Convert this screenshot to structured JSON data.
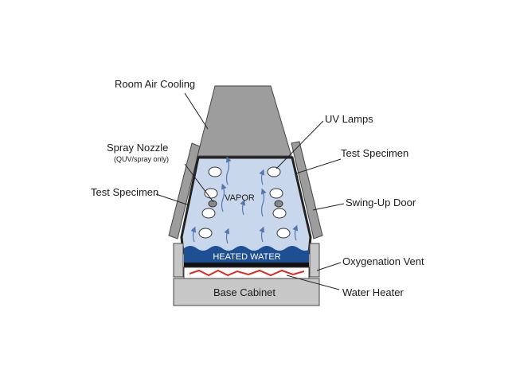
{
  "labels": {
    "room_air_cooling": "Room Air Cooling",
    "spray_nozzle": "Spray Nozzle",
    "spray_nozzle_note": "(QUV/spray only)",
    "test_specimen_left": "Test Specimen",
    "uv_lamps": "UV Lamps",
    "test_specimen_right": "Test Specimen",
    "swing_up_door": "Swing-Up Door",
    "vapor": "VAPOR",
    "heated_water": "HEATED WATER",
    "oxygenation_vent": "Oxygenation Vent",
    "water_heater": "Water Heater",
    "base_cabinet": "Base Cabinet"
  },
  "colors": {
    "chamber_fill": "#c9d7ec",
    "hood_fill": "#9d9d9d",
    "water_fill": "#1e4f93",
    "heater_line": "#e0281e",
    "cabinet_fill": "#c7c7c7",
    "arrow": "#5577b0"
  }
}
